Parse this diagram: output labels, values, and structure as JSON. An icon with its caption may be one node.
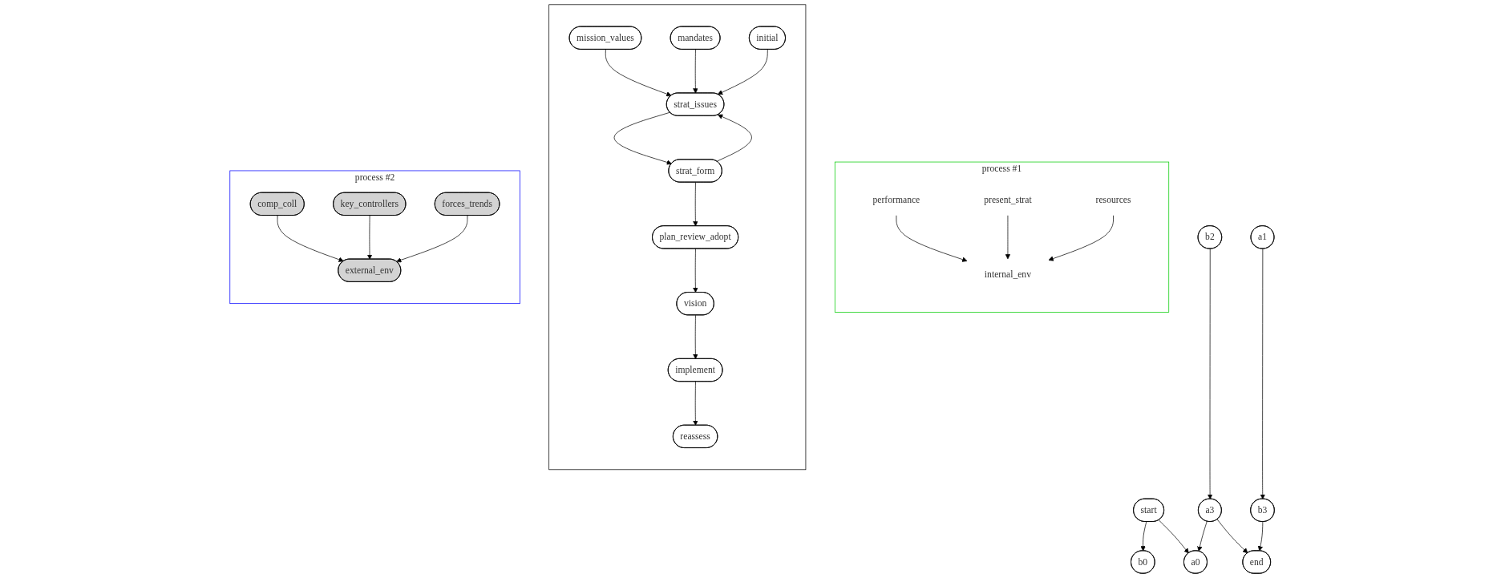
{
  "diagram": {
    "nodes": [
      {
        "text": [
          "process #1"
        ]
      },
      {
        "text": [
          "performance"
        ],
        "in": 0
      },
      {
        "text": [
          "present_strat"
        ],
        "in": 0
      },
      {
        "text": [
          "resources"
        ],
        "in": 0
      },
      {
        "text": [
          "internal_env"
        ],
        "in": 0
      },
      {
        "text": [],
        "shape": "box"
      },
      {
        "text": [
          "mission_values"
        ],
        "in": 5
      },
      {
        "text": [
          "mandates"
        ],
        "in": 5
      },
      {
        "text": [
          "initial"
        ],
        "in": 5
      },
      {
        "text": [
          "strat_issues"
        ],
        "in": 5
      },
      {
        "text": [
          "strat_form"
        ],
        "in": 5
      },
      {
        "text": [
          "plan_review_adopt"
        ],
        "in": 5
      },
      {
        "text": [
          "vision"
        ],
        "in": 5
      },
      {
        "text": [
          "implement"
        ],
        "in": 5
      },
      {
        "text": [
          "reassess"
        ],
        "in": 5
      },
      {
        "text": [
          "process #2"
        ]
      },
      {
        "text": [
          "comp_coll"
        ],
        "in": 15
      },
      {
        "text": [
          "key_controllers"
        ],
        "in": 15
      },
      {
        "text": [
          "forces_trends"
        ],
        "in": 15
      },
      {
        "text": [
          "external_env"
        ],
        "in": 15
      },
      {
        "text": [
          "b2"
        ]
      },
      {
        "text": [
          "a1"
        ]
      },
      {
        "text": [
          "start"
        ]
      },
      {
        "text": [
          "a3"
        ]
      },
      {
        "text": [
          "b3"
        ]
      },
      {
        "text": [
          "b0"
        ]
      },
      {
        "text": [
          "a0"
        ]
      },
      {
        "text": [
          "end"
        ]
      }
    ],
    "edges": [
      {
        "from": 1,
        "to": 4,
        "arrow": "to"
      },
      {
        "from": 2,
        "to": 4,
        "arrow": "to"
      },
      {
        "from": 3,
        "to": 4,
        "arrow": "to"
      },
      {
        "from": 6,
        "to": 9,
        "arrow": "to"
      },
      {
        "from": 7,
        "to": 9,
        "arrow": "to"
      },
      {
        "from": 8,
        "to": 9,
        "arrow": "to"
      },
      {
        "from": 9,
        "to": 10,
        "arrow": "to"
      },
      {
        "from": 10,
        "to": 9,
        "arrow": "to"
      },
      {
        "from": 10,
        "to": 11,
        "arrow": "to"
      },
      {
        "from": 11,
        "to": 12,
        "arrow": "to"
      },
      {
        "from": 12,
        "to": 13,
        "arrow": "to"
      },
      {
        "from": 13,
        "to": 14,
        "arrow": "to"
      },
      {
        "from": 16,
        "to": 19,
        "arrow": "to"
      },
      {
        "from": 17,
        "to": 19,
        "arrow": "to"
      },
      {
        "from": 18,
        "to": 19,
        "arrow": "to"
      },
      {
        "from": 20,
        "to": 23,
        "arrow": "to"
      },
      {
        "from": 21,
        "to": 24,
        "arrow": "to"
      },
      {
        "from": 22,
        "to": 25,
        "arrow": "to"
      },
      {
        "from": 22,
        "to": 26,
        "arrow": "to"
      },
      {
        "from": 23,
        "to": 26,
        "arrow": "to"
      },
      {
        "from": 23,
        "to": 27,
        "arrow": "to"
      },
      {
        "from": 24,
        "to": 27,
        "arrow": "to"
      }
    ]
  }
}
